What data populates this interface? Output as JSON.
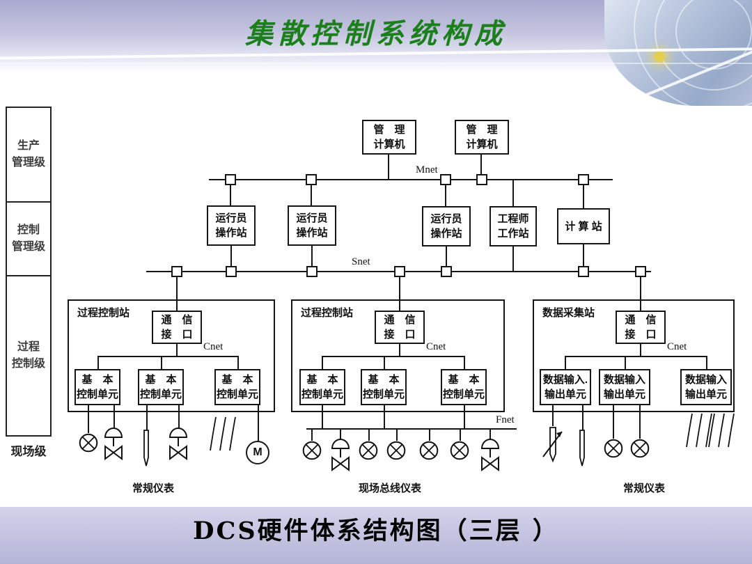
{
  "title": "集散控制系统构成",
  "caption": "DCS硬件体系结构图（三层 ）",
  "levels": {
    "l1": "生产\n管理级",
    "l2": "控制\n管理级",
    "l3": "过程\n控制级",
    "field": "现场级"
  },
  "nets": {
    "mnet": "Mnet",
    "snet": "Snet",
    "fnet": "Fnet"
  },
  "computers": {
    "c1": "管　理\n计算机",
    "c2": "管　理\n计算机"
  },
  "stations": {
    "s1": "运行员\n操作站",
    "s2": "运行员\n操作站",
    "s3": "运行员\n操作站",
    "s4": "工程师\n工作站",
    "s5": "计 算 站"
  },
  "c1": {
    "title": "过程控制站",
    "iface": "通　信\n接　口",
    "net": "Cnet",
    "units": [
      "基　本\n控制单元",
      "基　本\n控制单元",
      "基　本\n控制单元"
    ],
    "footer": "常规仪表"
  },
  "c2": {
    "title": "过程控制站",
    "iface": "通　信\n接　口",
    "net": "Cnet",
    "units": [
      "基　本\n控制单元",
      "基　本\n控制单元",
      "基　本\n控制单元"
    ],
    "footer": "现场总线仪表"
  },
  "c3": {
    "title": "数据采集站",
    "iface": "通　信\n接　口",
    "net": "Cnet",
    "units": [
      "数据输入.\n输出单元",
      "数据输入\n输出单元",
      "数据输入\n输出单元"
    ],
    "footer": "常规仪表"
  },
  "symbols": {
    "motor": "M"
  }
}
